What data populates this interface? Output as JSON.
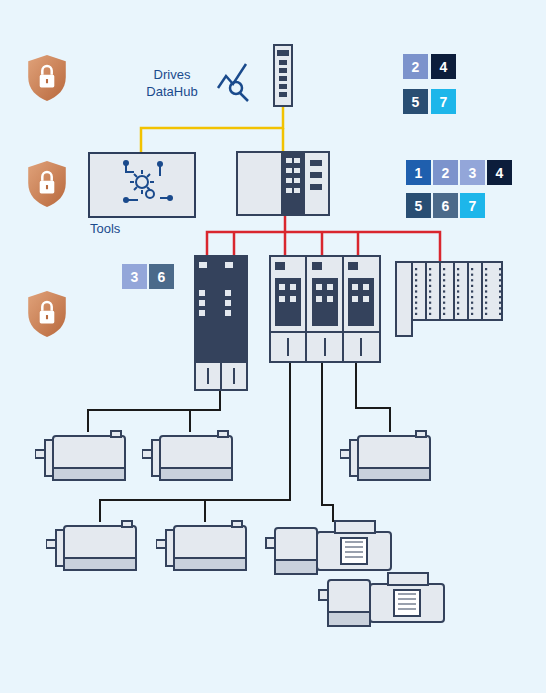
{
  "diagram": {
    "nodes": [
      {
        "text": [
          "2"
        ]
      },
      {
        "text": [
          "4"
        ]
      },
      {
        "text": [
          "5"
        ]
      },
      {
        "text": [
          "7"
        ]
      },
      {
        "text": [
          "Tools"
        ]
      },
      {
        "text": [
          "1"
        ]
      },
      {
        "text": [
          "2"
        ]
      },
      {
        "text": [
          "3"
        ]
      },
      {
        "text": [
          "4"
        ]
      },
      {
        "text": [
          "5"
        ]
      },
      {
        "text": [
          "6"
        ]
      },
      {
        "text": [
          "7"
        ]
      },
      {
        "text": [
          "3"
        ]
      },
      {
        "text": [
          "6"
        ]
      }
    ],
    "labels": [
      "Drives DataHub"
    ]
  }
}
